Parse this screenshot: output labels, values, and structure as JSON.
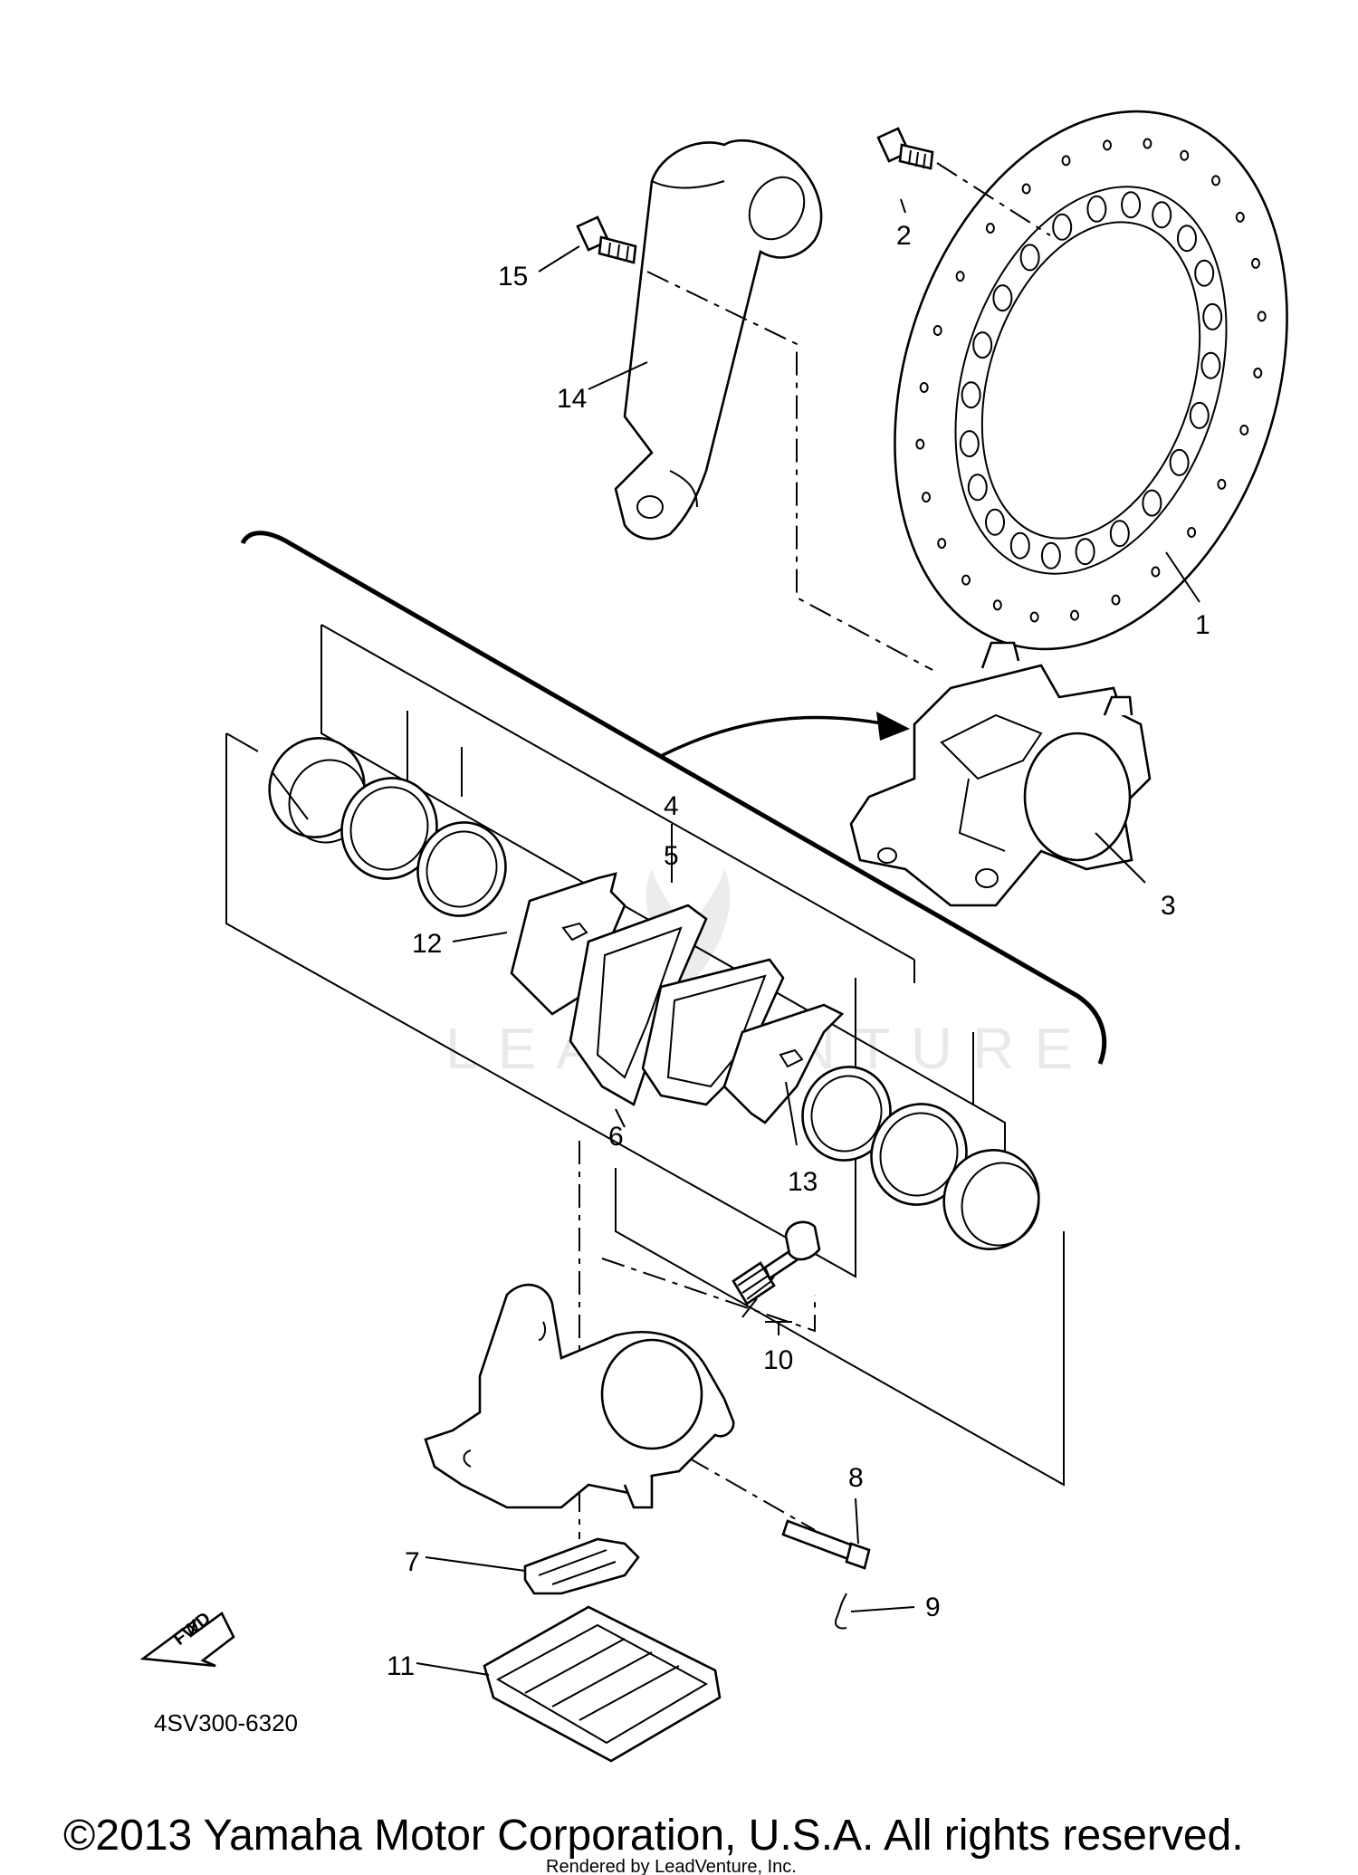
{
  "diagram": {
    "callouts": [
      {
        "id": "1",
        "label": "1"
      },
      {
        "id": "2",
        "label": "2"
      },
      {
        "id": "3",
        "label": "3"
      },
      {
        "id": "4",
        "label": "4"
      },
      {
        "id": "5",
        "label": "5"
      },
      {
        "id": "6",
        "label": "6"
      },
      {
        "id": "7",
        "label": "7"
      },
      {
        "id": "8",
        "label": "8"
      },
      {
        "id": "9",
        "label": "9"
      },
      {
        "id": "10",
        "label": "10"
      },
      {
        "id": "11",
        "label": "11"
      },
      {
        "id": "12",
        "label": "12"
      },
      {
        "id": "13",
        "label": "13"
      },
      {
        "id": "14",
        "label": "14"
      },
      {
        "id": "15",
        "label": "15"
      }
    ],
    "fwd_label": "FWD",
    "part_code": "4SV300-6320",
    "watermark": "LEADVENTURE",
    "copyright": "©2013 Yamaha Motor Corporation, U.S.A. All rights reserved.",
    "rendered_by": "Rendered by LeadVenture, Inc."
  }
}
